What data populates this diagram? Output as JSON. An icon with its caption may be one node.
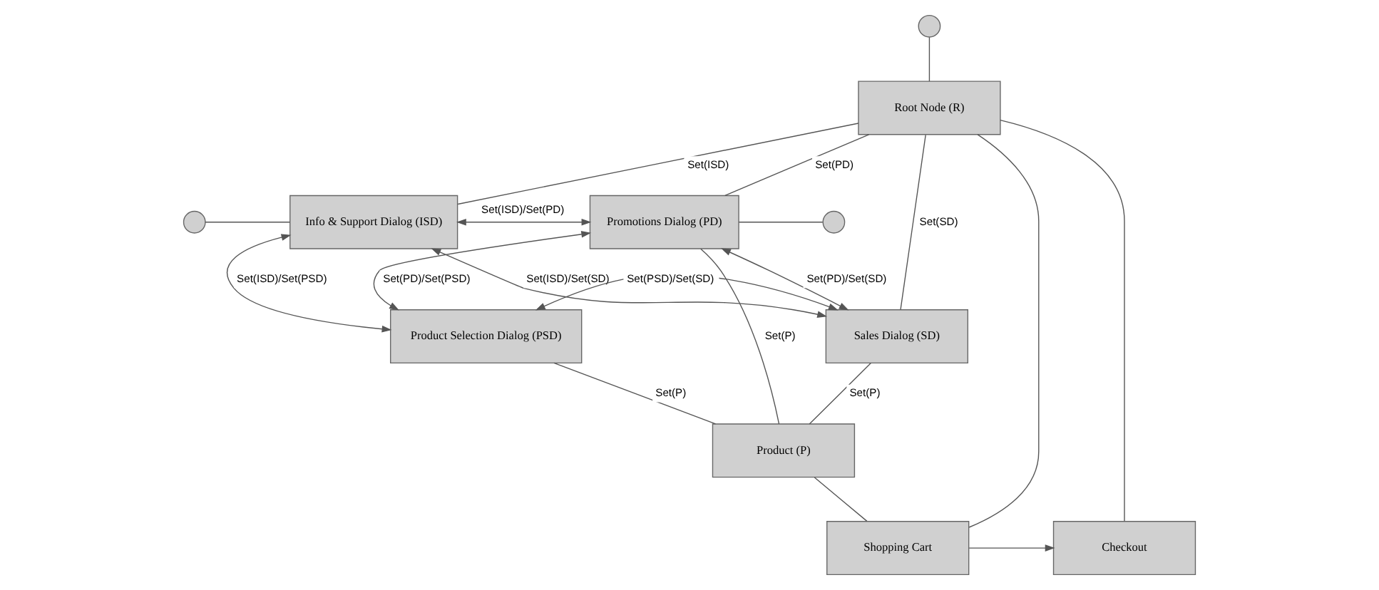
{
  "diagram": {
    "nodes": [
      {
        "text": [],
        "shape": "circle"
      },
      {
        "text": [
          "Root Node (R)"
        ]
      },
      {
        "text": [],
        "shape": "circle"
      },
      {
        "text": [
          "Info & Support Dialog (ISD)"
        ]
      },
      {
        "text": [
          "Promotions Dialog (PD)"
        ]
      },
      {
        "text": [],
        "shape": "circle"
      },
      {
        "text": [
          "Product Selection Dialog (PSD)"
        ]
      },
      {
        "text": [
          "Sales Dialog (SD)"
        ]
      },
      {
        "text": [
          "Product (P)"
        ]
      },
      {
        "text": [
          "Shopping Cart"
        ]
      },
      {
        "text": [
          "Checkout"
        ]
      }
    ],
    "edges": [
      {
        "from": 0,
        "to": 1,
        "arrow": "none"
      },
      {
        "from": 1,
        "to": 3,
        "arrow": "none",
        "label": "Set(ISD)"
      },
      {
        "from": 1,
        "to": 4,
        "arrow": "none",
        "label": "Set(PD)"
      },
      {
        "from": 1,
        "to": 7,
        "arrow": "none",
        "label": "Set(SD)"
      },
      {
        "from": 1,
        "to": 10,
        "arrow": "none"
      },
      {
        "from": 1,
        "to": 9,
        "arrow": "none"
      },
      {
        "from": 2,
        "to": 3,
        "arrow": "none"
      },
      {
        "from": 4,
        "to": 5,
        "arrow": "none"
      },
      {
        "from": 3,
        "to": 4,
        "arrow": "both",
        "label": "Set(ISD)/Set(PD)"
      },
      {
        "from": 3,
        "to": 6,
        "arrow": "both",
        "label": "Set(ISD)/Set(PSD)"
      },
      {
        "from": 4,
        "to": 7,
        "arrow": "both",
        "label": "Set(PD)/Set(SD)"
      },
      {
        "from": 6,
        "to": 4,
        "arrow": "both",
        "label": "Set(PD)/Set(PSD)"
      },
      {
        "from": 3,
        "to": 7,
        "arrow": "both",
        "label": "Set(ISD)/Set(SD)"
      },
      {
        "from": 6,
        "to": 7,
        "arrow": "both",
        "label": "Set(PSD)/Set(SD)"
      },
      {
        "from": 6,
        "to": 8,
        "arrow": "none",
        "label": "Set(P)"
      },
      {
        "from": 7,
        "to": 8,
        "arrow": "none",
        "label": "Set(P)"
      },
      {
        "from": 4,
        "to": 8,
        "arrow": "none",
        "label": "Set(P)"
      },
      {
        "from": 8,
        "to": 9,
        "arrow": "none"
      },
      {
        "from": 9,
        "to": 10,
        "arrow": "to"
      }
    ]
  }
}
